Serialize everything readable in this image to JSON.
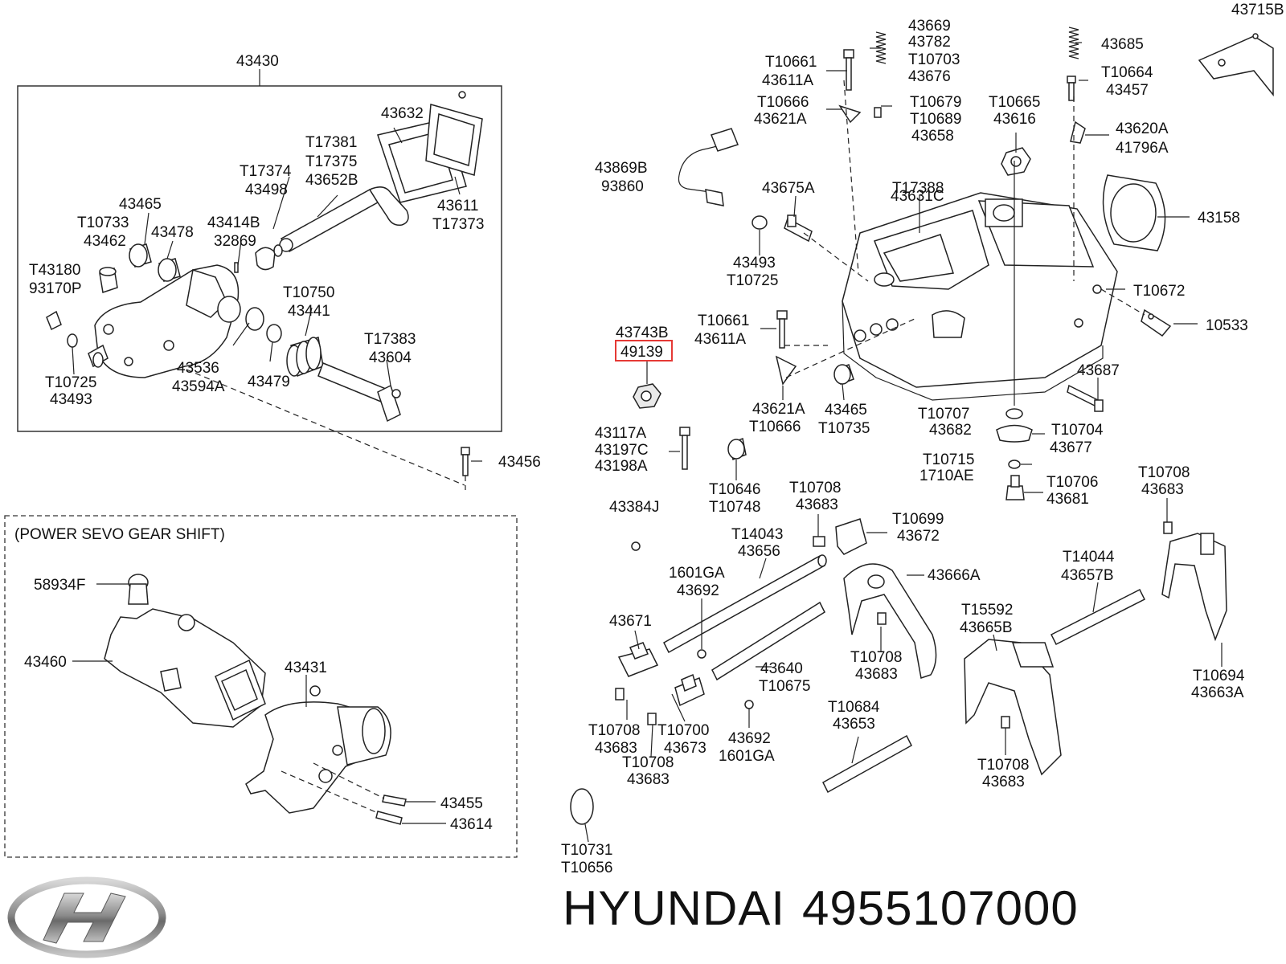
{
  "brand": {
    "name": "HYUNDAI",
    "part_number": "4955107000"
  },
  "inset": {
    "title": "(POWER SEVO GEAR SHIFT)"
  },
  "highlighted_part": "49139",
  "labels": [
    {
      "id": "l1",
      "text": "43430"
    },
    {
      "id": "l2",
      "text": "43632"
    },
    {
      "id": "l3",
      "text": "T17381"
    },
    {
      "id": "l4",
      "text": "T17375"
    },
    {
      "id": "l5",
      "text": "43652B"
    },
    {
      "id": "l6",
      "text": "T17374"
    },
    {
      "id": "l7",
      "text": "43498"
    },
    {
      "id": "l8",
      "text": "43465"
    },
    {
      "id": "l9",
      "text": "T10733"
    },
    {
      "id": "l10",
      "text": "43462"
    },
    {
      "id": "l11",
      "text": "43478"
    },
    {
      "id": "l12",
      "text": "43414B"
    },
    {
      "id": "l13",
      "text": "32869"
    },
    {
      "id": "l14",
      "text": "43611"
    },
    {
      "id": "l15",
      "text": "T17373"
    },
    {
      "id": "l16",
      "text": "T43180"
    },
    {
      "id": "l17",
      "text": "93170P"
    },
    {
      "id": "l18",
      "text": "T10750"
    },
    {
      "id": "l19",
      "text": "43441"
    },
    {
      "id": "l20",
      "text": "T17383"
    },
    {
      "id": "l21",
      "text": "43604"
    },
    {
      "id": "l22",
      "text": "43536"
    },
    {
      "id": "l23",
      "text": "43594A"
    },
    {
      "id": "l24",
      "text": "43479"
    },
    {
      "id": "l25",
      "text": "T10725"
    },
    {
      "id": "l26",
      "text": "43493"
    },
    {
      "id": "l27",
      "text": "43456"
    },
    {
      "id": "l28",
      "text": "58934F"
    },
    {
      "id": "l29",
      "text": "43460"
    },
    {
      "id": "l30",
      "text": "43431"
    },
    {
      "id": "l31",
      "text": "43455"
    },
    {
      "id": "l32",
      "text": "43614"
    },
    {
      "id": "l33",
      "text": "43669"
    },
    {
      "id": "l34",
      "text": "43782"
    },
    {
      "id": "l35",
      "text": "T10703"
    },
    {
      "id": "l36",
      "text": "43676"
    },
    {
      "id": "l37",
      "text": "T10661"
    },
    {
      "id": "l38",
      "text": "43611A"
    },
    {
      "id": "l39",
      "text": "43715B"
    },
    {
      "id": "l40",
      "text": "43685"
    },
    {
      "id": "l41",
      "text": "T10664"
    },
    {
      "id": "l42",
      "text": "43457"
    },
    {
      "id": "l43",
      "text": "T10666"
    },
    {
      "id": "l44",
      "text": "43621A"
    },
    {
      "id": "l45",
      "text": "T10679"
    },
    {
      "id": "l46",
      "text": "T10689"
    },
    {
      "id": "l47",
      "text": "43658"
    },
    {
      "id": "l48",
      "text": "T10665"
    },
    {
      "id": "l49",
      "text": "43616"
    },
    {
      "id": "l50",
      "text": "43620A"
    },
    {
      "id": "l51",
      "text": "41796A"
    },
    {
      "id": "l52",
      "text": "43869B"
    },
    {
      "id": "l53",
      "text": "93860"
    },
    {
      "id": "l54",
      "text": "43675A"
    },
    {
      "id": "l55",
      "text": "T17388"
    },
    {
      "id": "l56",
      "text": "43631C"
    },
    {
      "id": "l57",
      "text": "43158"
    },
    {
      "id": "l58",
      "text": "43493"
    },
    {
      "id": "l59",
      "text": "T10725"
    },
    {
      "id": "l60",
      "text": "T10672"
    },
    {
      "id": "l61",
      "text": "T10661"
    },
    {
      "id": "l62",
      "text": "43611A"
    },
    {
      "id": "l63",
      "text": "10533"
    },
    {
      "id": "l64",
      "text": "43743B"
    },
    {
      "id": "l66",
      "text": "43687"
    },
    {
      "id": "l67",
      "text": "43621A"
    },
    {
      "id": "l68",
      "text": "T10666"
    },
    {
      "id": "l69",
      "text": "43465"
    },
    {
      "id": "l70",
      "text": "T10735"
    },
    {
      "id": "l71",
      "text": "T10707"
    },
    {
      "id": "l72",
      "text": "43682"
    },
    {
      "id": "l73",
      "text": "T10704"
    },
    {
      "id": "l74",
      "text": "43677"
    },
    {
      "id": "l75",
      "text": "43117A"
    },
    {
      "id": "l76",
      "text": "43197C"
    },
    {
      "id": "l77",
      "text": "43198A"
    },
    {
      "id": "l78",
      "text": "T10715"
    },
    {
      "id": "l79",
      "text": "1710AE"
    },
    {
      "id": "l80",
      "text": "T10646"
    },
    {
      "id": "l81",
      "text": "T10748"
    },
    {
      "id": "l82",
      "text": "T10708"
    },
    {
      "id": "l83",
      "text": "43683"
    },
    {
      "id": "l84",
      "text": "T10706"
    },
    {
      "id": "l85",
      "text": "43681"
    },
    {
      "id": "l86",
      "text": "T10708"
    },
    {
      "id": "l87",
      "text": "43683"
    },
    {
      "id": "l88",
      "text": "43384J"
    },
    {
      "id": "l89",
      "text": "T14043"
    },
    {
      "id": "l90",
      "text": "43656"
    },
    {
      "id": "l91",
      "text": "T10699"
    },
    {
      "id": "l92",
      "text": "43672"
    },
    {
      "id": "l93",
      "text": "1601GA"
    },
    {
      "id": "l94",
      "text": "43692"
    },
    {
      "id": "l95",
      "text": "43666A"
    },
    {
      "id": "l96",
      "text": "T14044"
    },
    {
      "id": "l97",
      "text": "43657B"
    },
    {
      "id": "l98",
      "text": "43671"
    },
    {
      "id": "l99",
      "text": "T15592"
    },
    {
      "id": "l100",
      "text": "43665B"
    },
    {
      "id": "l101",
      "text": "43640"
    },
    {
      "id": "l102",
      "text": "T10675"
    },
    {
      "id": "l103",
      "text": "T10708"
    },
    {
      "id": "l104",
      "text": "43683"
    },
    {
      "id": "l105",
      "text": "T10694"
    },
    {
      "id": "l106",
      "text": "43663A"
    },
    {
      "id": "l107",
      "text": "T10684"
    },
    {
      "id": "l108",
      "text": "43653"
    },
    {
      "id": "l109",
      "text": "T10708"
    },
    {
      "id": "l110",
      "text": "43683"
    },
    {
      "id": "l111",
      "text": "T10700"
    },
    {
      "id": "l112",
      "text": "43673"
    },
    {
      "id": "l113",
      "text": "T10708"
    },
    {
      "id": "l114",
      "text": "43683"
    },
    {
      "id": "l115",
      "text": "43692"
    },
    {
      "id": "l116",
      "text": "1601GA"
    },
    {
      "id": "l117",
      "text": "T10708"
    },
    {
      "id": "l118",
      "text": "43683"
    },
    {
      "id": "l119",
      "text": "T10731"
    },
    {
      "id": "l120",
      "text": "T10656"
    }
  ]
}
